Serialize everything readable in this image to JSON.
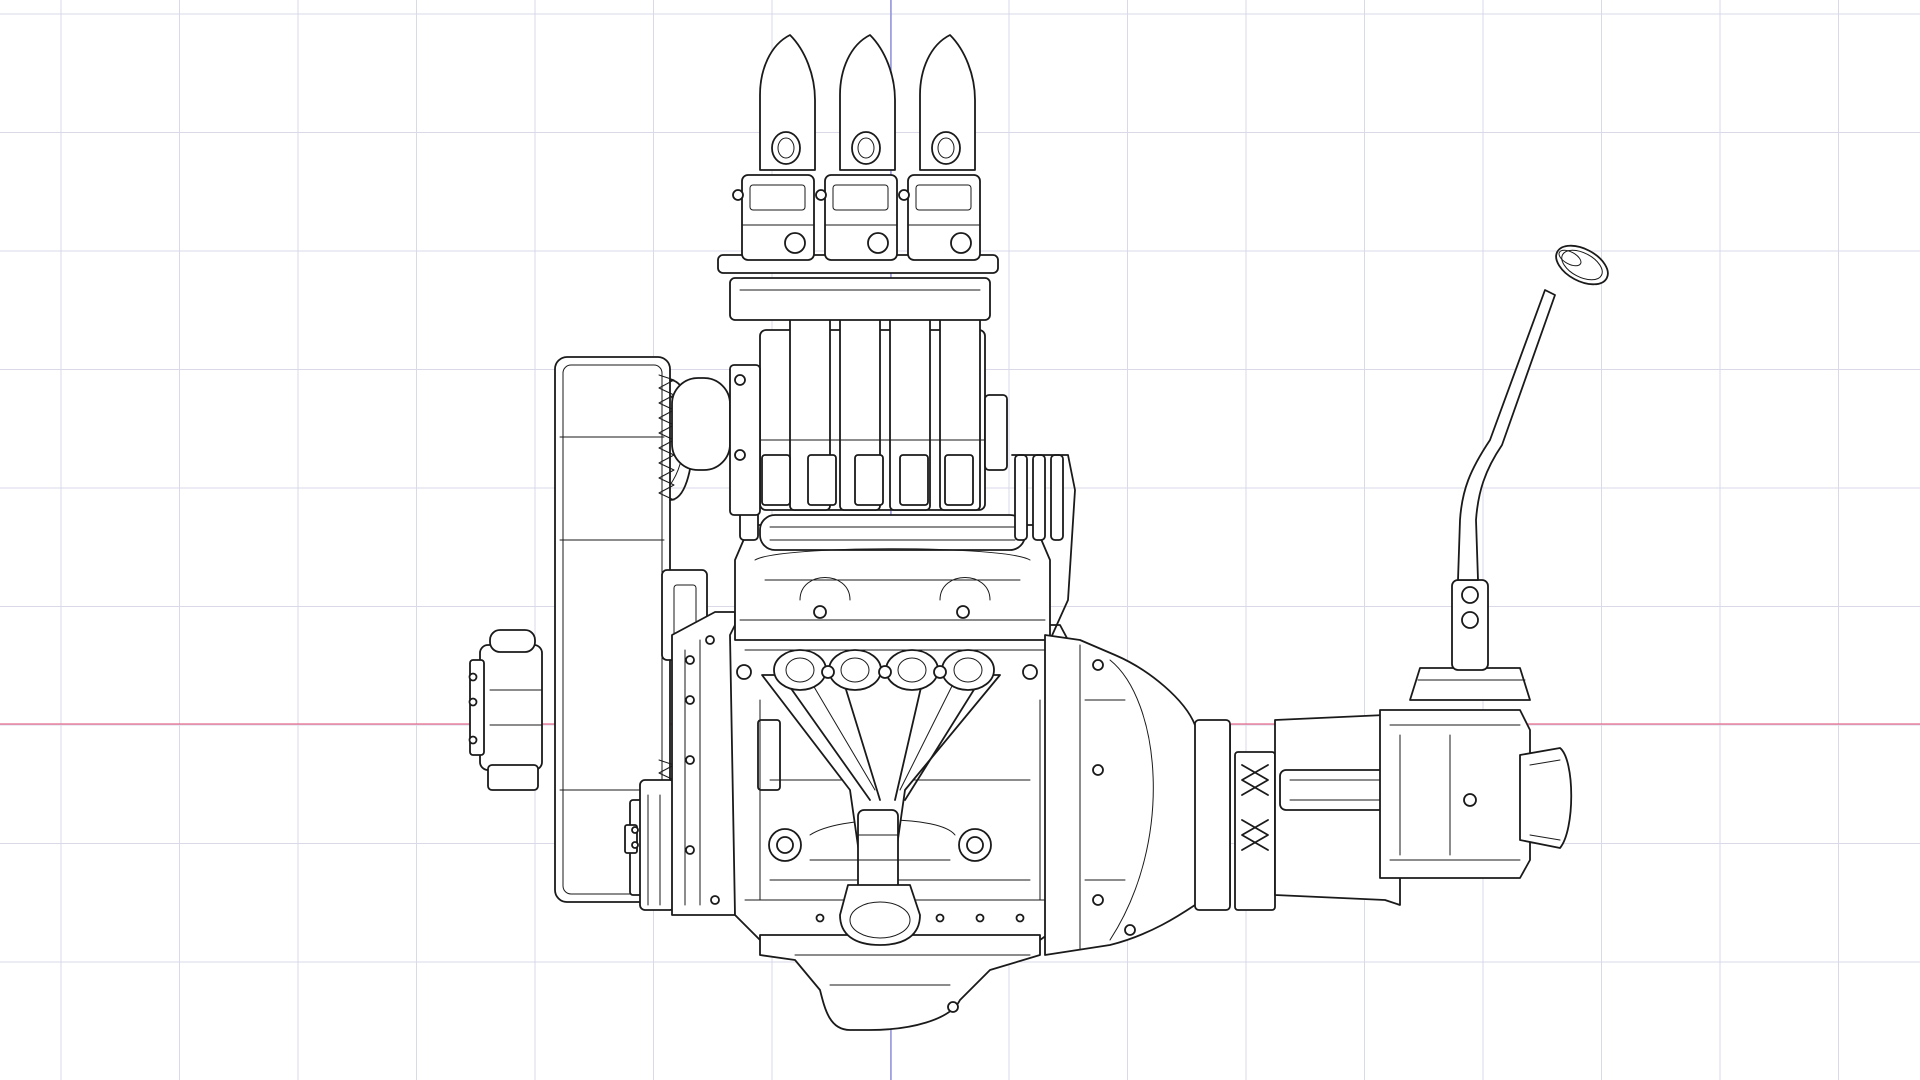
{
  "viewport": {
    "background": "#ffffff",
    "grid_color": "#d9d9e8",
    "axis_x_color": "#e66a8a",
    "axis_y_color": "#7b7fd6",
    "line_color": "#1a1a1a"
  },
  "drawing": {
    "subject": "engine-with-transmission-wireframe",
    "parts": [
      "intake-trumpets",
      "carburetors",
      "intake-manifold",
      "valve-cover",
      "exhaust-headers",
      "engine-block",
      "belt-drive-pulley",
      "alternator",
      "distributor",
      "oil-pan",
      "bellhousing",
      "transmission",
      "gear-shifter"
    ]
  }
}
